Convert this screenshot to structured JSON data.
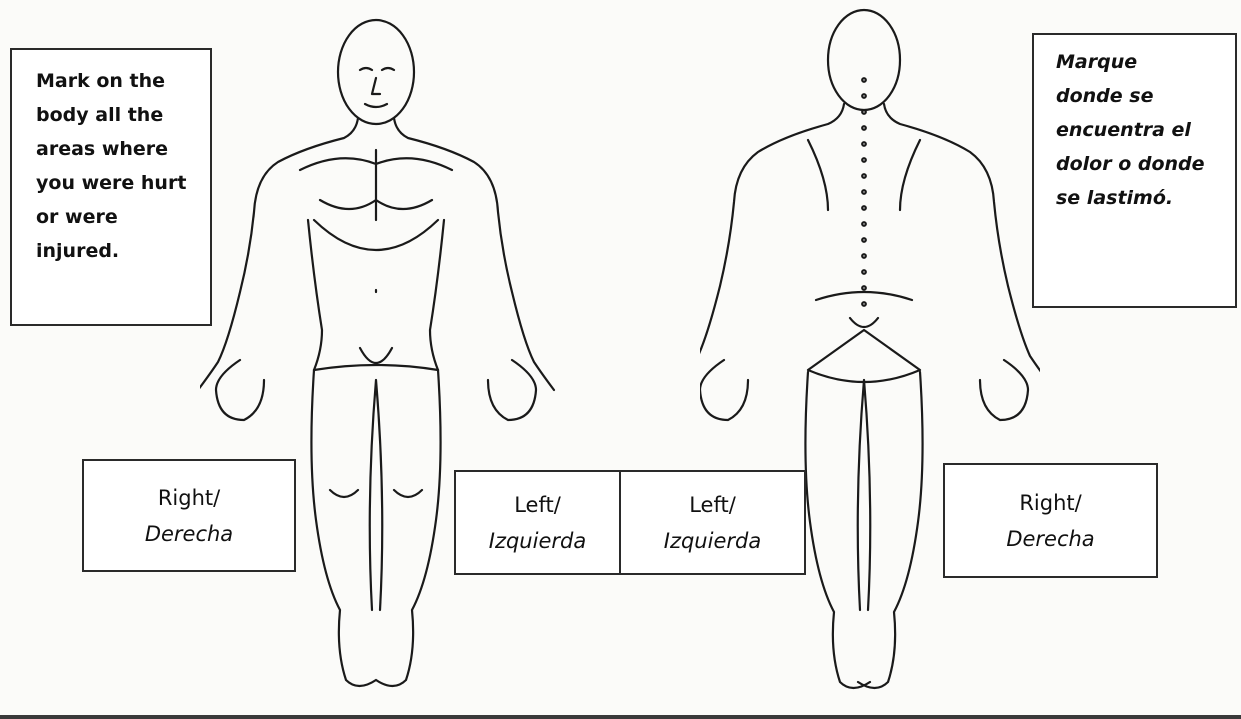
{
  "instructions": {
    "english": "Mark on the\nbody all the\nareas where\nyou were hurt\nor were\ninjured.",
    "spanish": "Marque\ndonde se\nencuentra el\ndolor o donde\nse lastimó."
  },
  "labels": {
    "front_right": {
      "line1": "Right/",
      "line2": "Derecha"
    },
    "front_left": {
      "line1": "Left/",
      "line2": "Izquierda"
    },
    "back_left": {
      "line1": "Left/",
      "line2": "Izquierda"
    },
    "back_right": {
      "line1": "Right/",
      "line2": "Derecha"
    }
  },
  "figures": {
    "front": "body-outline-front",
    "back": "body-outline-back"
  },
  "colors": {
    "line": "#1a1a1a",
    "paper": "#fbfbf9",
    "box_border": "#2a2a2a"
  }
}
